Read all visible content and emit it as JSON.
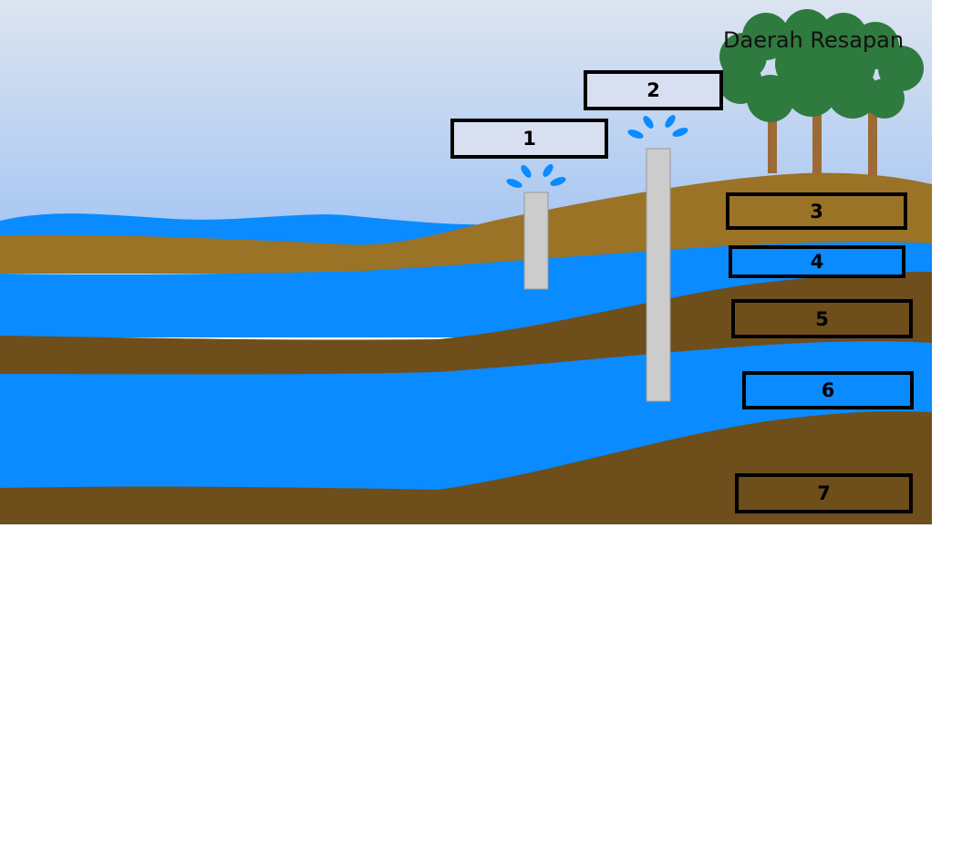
{
  "title": "Daerah Resapan",
  "labels": [
    "1",
    "2",
    "3",
    "4",
    "5",
    "6",
    "7"
  ],
  "colors": {
    "sky_top": "#d9e2f0",
    "sky_bottom": "#a9c8f2",
    "water": "#0a8bff",
    "soil_light": "#9a7326",
    "soil_dark": "#6e4e1b",
    "pipe": "#cccccc",
    "tree_foliage": "#2f7a3f",
    "tree_trunk": "#9c6a35",
    "box_light": "#d7dff0"
  }
}
